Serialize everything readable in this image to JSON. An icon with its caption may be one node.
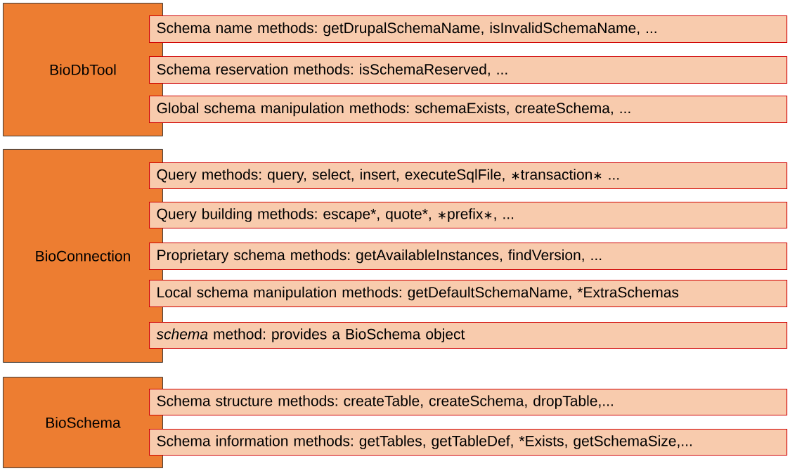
{
  "diagram": {
    "nodes": [
      {
        "text": [
          "BioDbTool"
        ]
      },
      {
        "text": [
          "Schema name methods: getDrupalSchemaName, isInvalidSchemaName, ..."
        ]
      },
      {
        "text": [
          "Schema reservation methods: isSchemaReserved, ..."
        ]
      },
      {
        "text": [
          "Global schema manipulation methods: schemaExists, createSchema, ..."
        ]
      },
      {
        "text": [
          "BioConnection"
        ]
      },
      {
        "text": [
          "Query methods: query, select, insert, executeSqlFile, ∗transaction∗ ..."
        ]
      },
      {
        "text": [
          "Query building methods: escape*, quote*, ∗prefix∗, ..."
        ]
      },
      {
        "text": [
          "Proprietary schema methods: getAvailableInstances, findVersion, ..."
        ]
      },
      {
        "text": [
          "Local schema manipulation methods: getDefaultSchemaName, *ExtraSchemas"
        ]
      },
      {
        "text": [
          "*schema* method: provides a BioSchema object"
        ]
      },
      {
        "text": [
          "BioSchema"
        ]
      },
      {
        "text": [
          "Schema structure methods: createTable, createSchema, dropTable,..."
        ]
      },
      {
        "text": [
          "Schema information methods: getTables, getTableDef, *Exists, getSchemaSize,..."
        ]
      }
    ]
  }
}
